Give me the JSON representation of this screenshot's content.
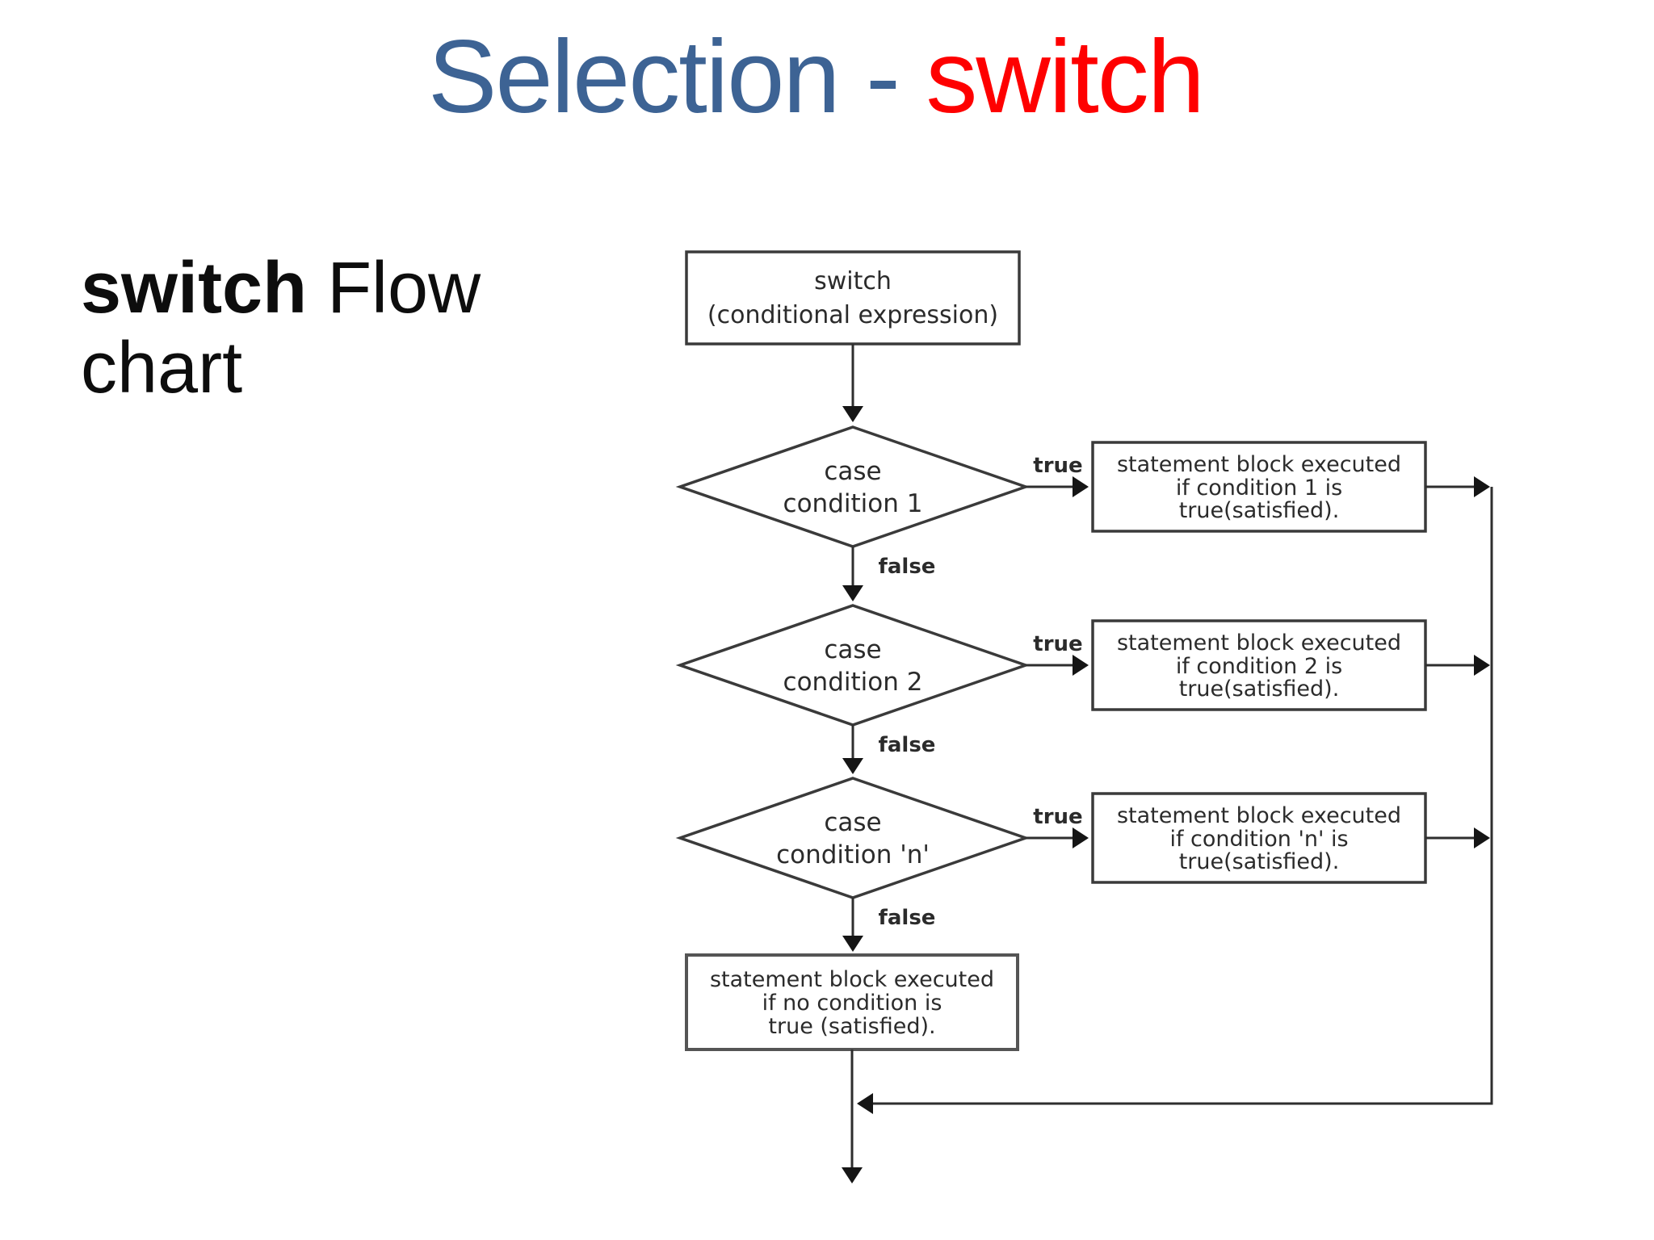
{
  "title": {
    "blue_text": "Selection - ",
    "red_text": "switch"
  },
  "caption": {
    "bold": "switch",
    "rest": " Flow chart"
  },
  "colors": {
    "title_blue": "#3d6394",
    "title_red": "#fe0000",
    "line": "#2e2e2e",
    "text": "#2b2b2b"
  },
  "flowchart": {
    "start": {
      "line1": "switch",
      "line2": "(conditional expression)"
    },
    "decisions": [
      {
        "line1": "case",
        "line2": "condition 1",
        "true_label": "true",
        "false_label": "false"
      },
      {
        "line1": "case",
        "line2": "condition 2",
        "true_label": "true",
        "false_label": "false"
      },
      {
        "line1": "case",
        "line2": "condition 'n'",
        "true_label": "true",
        "false_label": "false"
      }
    ],
    "actions": [
      {
        "line1": "statement block executed",
        "line2": "if condition 1 is",
        "line3": "true(satisfied)."
      },
      {
        "line1": "statement block executed",
        "line2": "if condition 2 is",
        "line3": "true(satisfied)."
      },
      {
        "line1": "statement block executed",
        "line2": "if condition 'n' is",
        "line3": "true(satisfied)."
      }
    ],
    "default_action": {
      "line1": "statement block executed",
      "line2": "if no condition is",
      "line3": "true (satisfied)."
    }
  }
}
